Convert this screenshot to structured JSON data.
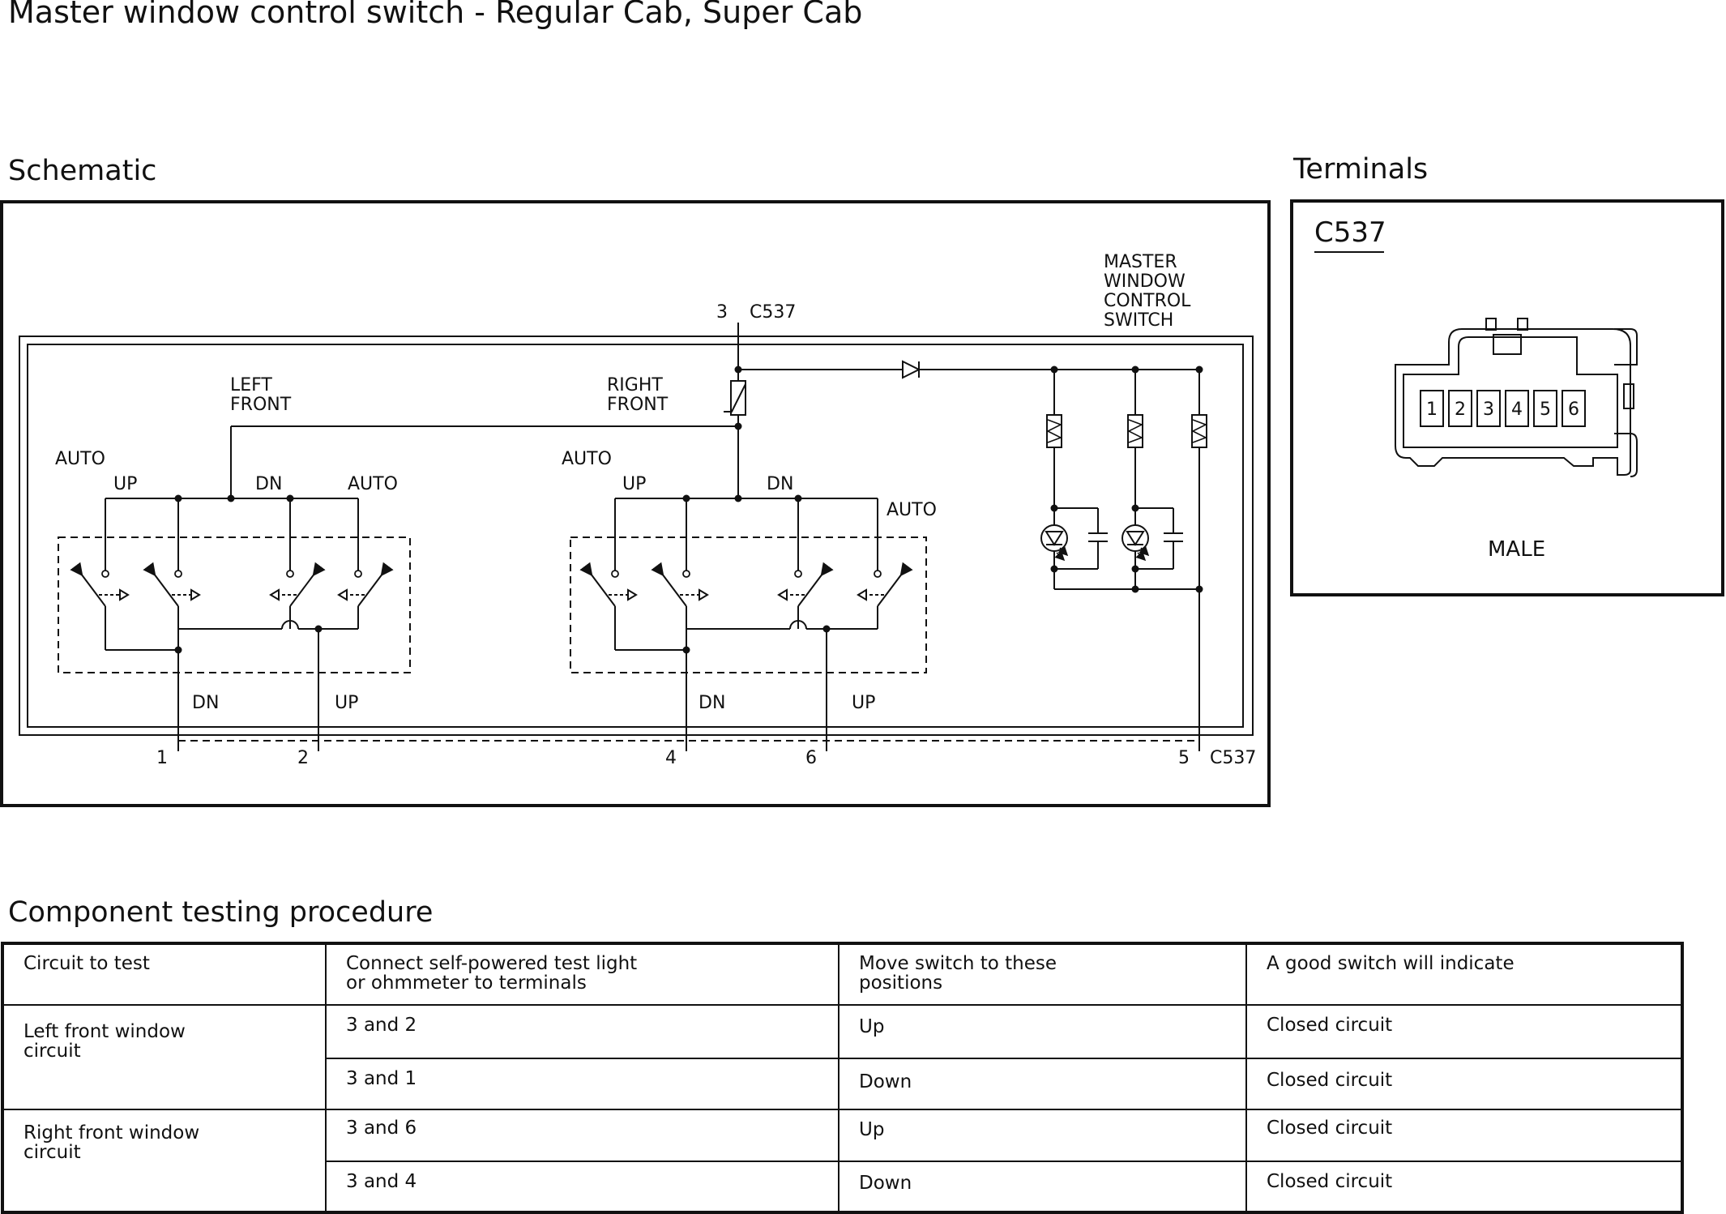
{
  "page": {
    "title": "Master window control switch - Regular Cab, Super Cab",
    "schematic_heading": "Schematic",
    "terminals_heading": "Terminals",
    "procedure_heading": "Component testing procedure"
  },
  "schematic": {
    "switch_label": [
      "MASTER",
      "WINDOW",
      "CONTROL",
      "SWITCH"
    ],
    "top_pin": "3",
    "top_connector": "C537",
    "left_front_label": [
      "LEFT",
      "FRONT"
    ],
    "right_front_label": [
      "RIGHT",
      "FRONT"
    ],
    "auto": "AUTO",
    "up": "UP",
    "dn": "DN",
    "bottom_pins": [
      "1",
      "2",
      "4",
      "6",
      "5"
    ],
    "bottom_connector": "C537"
  },
  "terminals": {
    "connector": "C537",
    "pins": [
      "1",
      "2",
      "3",
      "4",
      "5",
      "6"
    ],
    "gender": "MALE"
  },
  "procedure": {
    "headers": [
      "Circuit to test",
      "Connect self-powered test light\nor ohmmeter to terminals",
      "Move switch to these\npositions",
      "A good switch will indicate"
    ],
    "groups": [
      {
        "circuit": "Left front window\ncircuit",
        "rows": [
          {
            "terminals": "3 and 2",
            "position": "Up",
            "result": "Closed circuit"
          },
          {
            "terminals": "3 and 1",
            "position": "Down",
            "result": "Closed circuit"
          }
        ]
      },
      {
        "circuit": "Right front window\ncircuit",
        "rows": [
          {
            "terminals": "3 and 6",
            "position": "Up",
            "result": "Closed circuit"
          },
          {
            "terminals": "3 and 4",
            "position": "Down",
            "result": "Closed circuit"
          }
        ]
      }
    ]
  }
}
